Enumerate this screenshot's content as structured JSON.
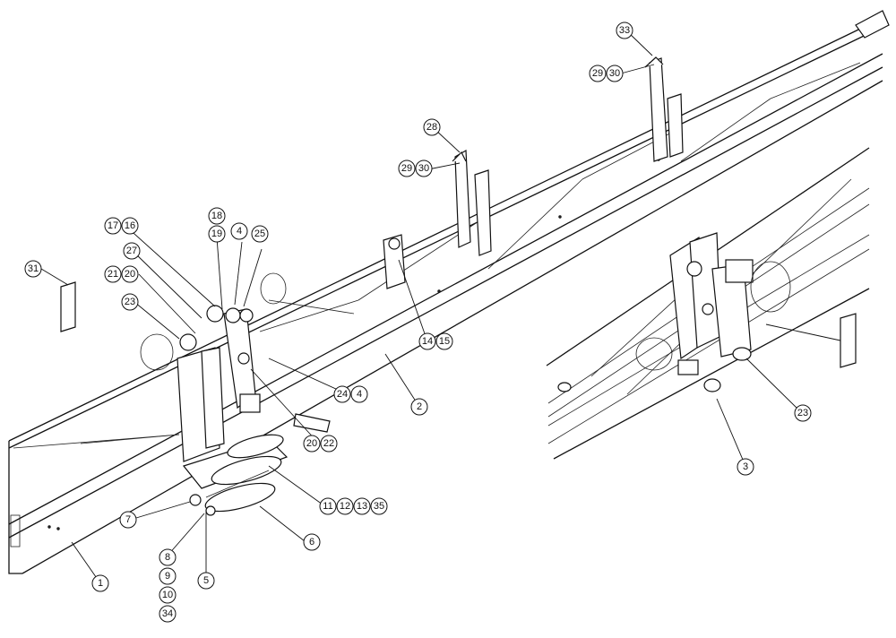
{
  "callouts": [
    {
      "id": "c1",
      "label": "1"
    },
    {
      "id": "c2",
      "label": "2"
    },
    {
      "id": "c3",
      "label": "3"
    },
    {
      "id": "c4a",
      "label": "4"
    },
    {
      "id": "c4b",
      "label": "4"
    },
    {
      "id": "c5",
      "label": "5"
    },
    {
      "id": "c6",
      "label": "6"
    },
    {
      "id": "c7",
      "label": "7"
    },
    {
      "id": "c8",
      "label": "8"
    },
    {
      "id": "c9",
      "label": "9"
    },
    {
      "id": "c10",
      "label": "10"
    },
    {
      "id": "c11",
      "label": "11"
    },
    {
      "id": "c12",
      "label": "12"
    },
    {
      "id": "c13",
      "label": "13"
    },
    {
      "id": "c14",
      "label": "14"
    },
    {
      "id": "c15",
      "label": "15"
    },
    {
      "id": "c16",
      "label": "16"
    },
    {
      "id": "c17",
      "label": "17"
    },
    {
      "id": "c18",
      "label": "18"
    },
    {
      "id": "c19",
      "label": "19"
    },
    {
      "id": "c20a",
      "label": "20"
    },
    {
      "id": "c20b",
      "label": "20"
    },
    {
      "id": "c21",
      "label": "21"
    },
    {
      "id": "c22",
      "label": "22"
    },
    {
      "id": "c23a",
      "label": "23"
    },
    {
      "id": "c23b",
      "label": "23"
    },
    {
      "id": "c24",
      "label": "24"
    },
    {
      "id": "c25",
      "label": "25"
    },
    {
      "id": "c27",
      "label": "27"
    },
    {
      "id": "c28",
      "label": "28"
    },
    {
      "id": "c29a",
      "label": "29"
    },
    {
      "id": "c29b",
      "label": "29"
    },
    {
      "id": "c30a",
      "label": "30"
    },
    {
      "id": "c30b",
      "label": "30"
    },
    {
      "id": "c31",
      "label": "31"
    },
    {
      "id": "c33",
      "label": "33"
    },
    {
      "id": "c34",
      "label": "34"
    },
    {
      "id": "c35",
      "label": "35"
    }
  ]
}
